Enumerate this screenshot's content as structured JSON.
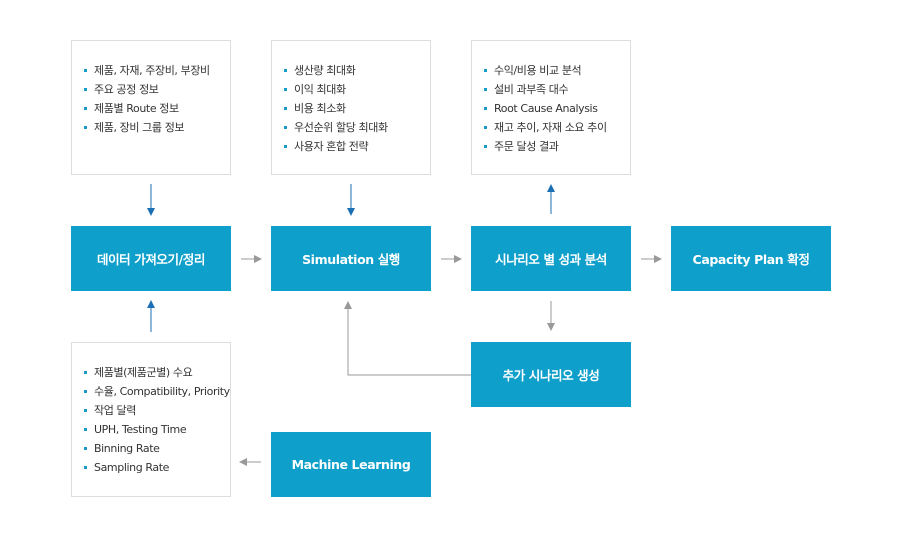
{
  "notes": {
    "input_data": [
      "제품, 자재, 주장비, 부장비",
      "주요 공정 정보",
      "제품별 Route 정보",
      "제품, 장비 그룹 정보"
    ],
    "objectives": [
      "생산량 최대화",
      "이익 최대화",
      "비용 최소화",
      "우선순위 할당 최대화",
      "사용자 혼합 전략"
    ],
    "analysis": [
      "수익/비용 비교 분석",
      "설비 과부족 대수",
      "Root Cause Analysis",
      "재고 추이, 자재 소요 추이",
      "주문 달성 결과"
    ],
    "ml_outputs": [
      "제품별(제품군별) 수요",
      "수율, Compatibility, Priority",
      "작업 달력",
      "UPH, Testing Time",
      "Binning Rate",
      "Sampling Rate"
    ]
  },
  "steps": {
    "data_prep": "데이터 가져오기/정리",
    "simulation": "Simulation 실행",
    "scenario_analysis": "시나리오 별 성과 분석",
    "capacity_plan": "Capacity Plan 확정",
    "add_scenario": "추가 시나리오 생성",
    "machine_learning": "Machine Learning"
  },
  "colors": {
    "box": "#0e9fca",
    "blue_arrow": "#1a6fb5",
    "gray_arrow": "#999999"
  }
}
